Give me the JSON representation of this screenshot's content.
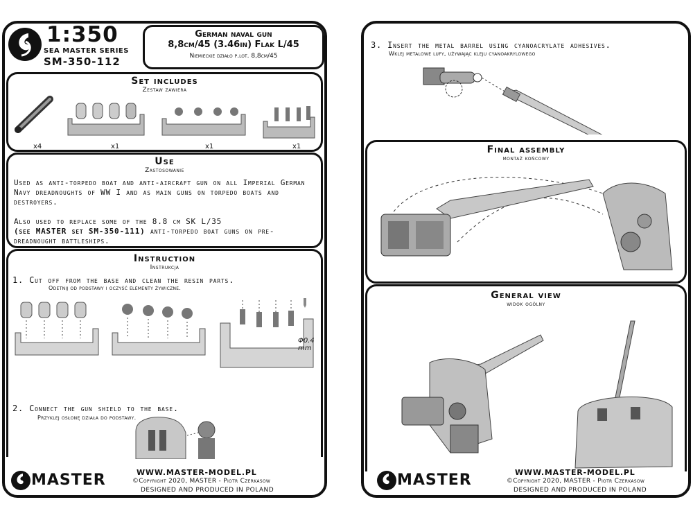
{
  "brand": {
    "scale": "1:350",
    "series": "SEA MASTER SERIES",
    "code": "SM-350-112",
    "logo_word": "MASTER"
  },
  "title": {
    "line1": "German naval gun",
    "line2": "8,8cm/45 (3.46in) Flak L/45",
    "line3": "Niemieckie działo p.lot. 8,8cm/45"
  },
  "set_includes": {
    "heading": "Set includes",
    "sub": "Zestaw zawiera",
    "quantities": [
      "x4",
      "x1",
      "x1",
      "x1"
    ]
  },
  "use": {
    "heading": "Use",
    "sub": "Zastosowanie",
    "para1": "Used as anti-torpedo boat and anti-aircraft gun on all Imperial German Navy dreadnoughts of WW I and as main guns on torpedo boats and destroyers.",
    "para2_a": "Also used to replace some of the 8.8 cm SK L/35",
    "para2_b": "(see MASTER set SM-350-111)",
    "para2_c": "anti-torpedo boat guns on pre-dreadnought battleships."
  },
  "instruction": {
    "heading": "Instruction",
    "sub": "Instrukcja",
    "step1": "1. Cut off from the base and clean the resin parts.",
    "step1_sub": "Odetnij od podstawy i oczyść elementy żywiczne.",
    "drill": "Φ0.4 mm",
    "step2": "2. Connect the gun shield to the base.",
    "step2_sub": "Przyklej osłonę działa do podstawy."
  },
  "step3": {
    "text": "3. Insert the metal barrel using cyanoacrylate adhesives.",
    "sub": "Wklej metalowe lufy, używając kleju cyanoakrylowego"
  },
  "final_assembly": {
    "heading": "Final assembly",
    "sub": "montaż końcowy"
  },
  "general_view": {
    "heading": "General view",
    "sub": "widok ogólny"
  },
  "footer": {
    "url": "WWW.MASTER-MODEL.PL",
    "copyright": "©Copyright 2020, MASTER - Piotr Czerkasow",
    "made": "DESIGNED AND PRODUCED IN POLAND"
  }
}
